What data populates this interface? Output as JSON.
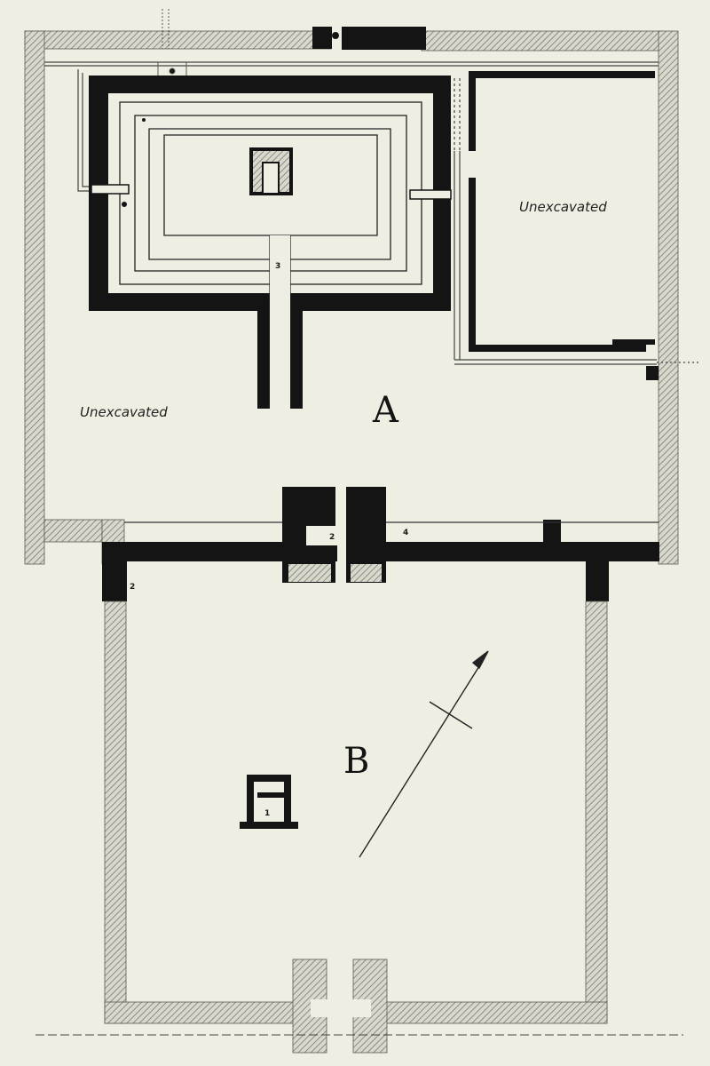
{
  "labels": {
    "section_a": "A",
    "section_b": "B",
    "unexcavated_1": "Unexcavated",
    "unexcavated_2": "Unexcavated",
    "num_1": "1",
    "num_2a": "2",
    "num_2b": "2",
    "num_3": "3",
    "num_4": "4"
  },
  "colors": {
    "paper": "#efeee2",
    "wall": "#141414",
    "hatch": "#8c8c82"
  }
}
